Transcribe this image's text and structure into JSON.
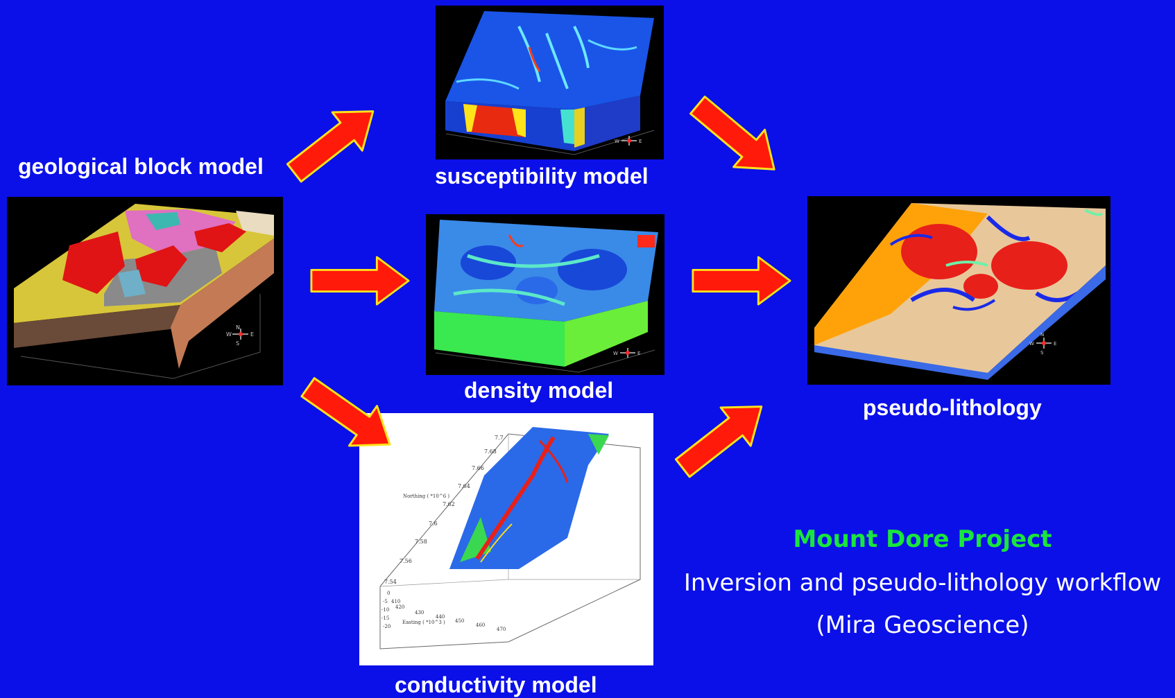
{
  "labels": {
    "geological": "geological block model",
    "susceptibility": "susceptibility model",
    "density": "density model",
    "conductivity": "conductivity model",
    "pseudo": "pseudo-lithology"
  },
  "compass": {
    "n": "N",
    "s": "S",
    "w": "W",
    "e": "E"
  },
  "conductivity_axes": {
    "northing_label": "Northing ( *10^6 )",
    "northing_ticks": [
      "7.7",
      "7.68",
      "7.66",
      "7.64",
      "7.62",
      "7.6",
      "7.58",
      "7.56",
      "7.54"
    ],
    "easting_label": "Easting ( *10^3 )",
    "easting_ticks": [
      "420",
      "430",
      "440",
      "450",
      "460",
      "470"
    ],
    "depth_ticks": [
      "0",
      "-5",
      "-10",
      "-15",
      "-20"
    ],
    "depth_extra": "410"
  },
  "footer": {
    "title": "Mount Dore Project",
    "line1": "Inversion and pseudo-lithology workflow",
    "line2": "(Mira Geoscience)"
  },
  "colors": {
    "background": "#0b10e8",
    "arrow_fill": "#ff1a0a",
    "arrow_stroke": "#ffe21a",
    "title_green": "#19e63c"
  }
}
